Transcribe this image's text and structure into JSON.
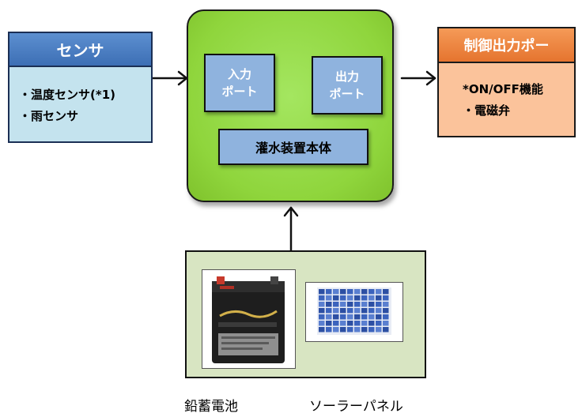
{
  "sensor": {
    "title": "センサ",
    "items": [
      "・温度センサ(*1)",
      "・雨センサ"
    ]
  },
  "unit": {
    "input_port": [
      "入力",
      "ポート"
    ],
    "output_port": [
      "出力",
      "ポート"
    ],
    "body_label": "灌水装置本体"
  },
  "control_output": {
    "title": "制御出力ポー",
    "items": [
      "*ON/OFF機能",
      "・電磁弁"
    ]
  },
  "power": {
    "battery_caption": "鉛蓄電池",
    "solar_caption": "ソーラーパネル"
  },
  "colors": {
    "sensor_header": "#4a7ec4",
    "sensor_body": "#c4e3ee",
    "unit_green": "#92d84a",
    "port_blue": "#8fb3de",
    "output_header": "#ef8540",
    "output_body": "#fbc39b",
    "power_panel": "#d8e5c2"
  }
}
